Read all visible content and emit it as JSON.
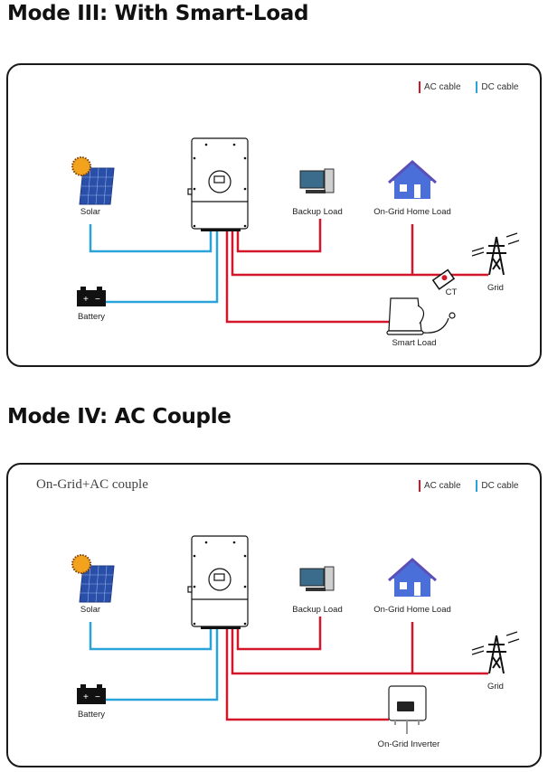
{
  "modes": [
    {
      "title": "Mode III: With Smart-Load",
      "subtitle": "",
      "legend": {
        "ac_label": "AC cable",
        "dc_label": "DC cable"
      },
      "labels": {
        "solar": "Solar",
        "battery": "Battery",
        "backup_load": "Backup Load",
        "home_load": "On-Grid Home Load",
        "grid": "Grid",
        "ct": "CT",
        "smart_load": "Smart Load"
      }
    },
    {
      "title": "Mode IV: AC Couple",
      "subtitle": "On-Grid+AC couple",
      "legend": {
        "ac_label": "AC cable",
        "dc_label": "DC cable"
      },
      "labels": {
        "solar": "Solar",
        "battery": "Battery",
        "backup_load": "Backup Load",
        "home_load": "On-Grid Home Load",
        "grid": "Grid",
        "ongrid_inverter": "On-Grid Inverter"
      }
    }
  ],
  "colors": {
    "ac_cable": "#d2172a",
    "dc_cable": "#2aa3d8",
    "border": "#1a1a1a"
  },
  "icons": [
    "solar-panel-icon",
    "battery-icon",
    "hybrid-inverter-icon",
    "computer-icon",
    "house-icon",
    "power-tower-icon",
    "ct-clamp-icon",
    "kettle-icon",
    "ongrid-inverter-icon"
  ]
}
